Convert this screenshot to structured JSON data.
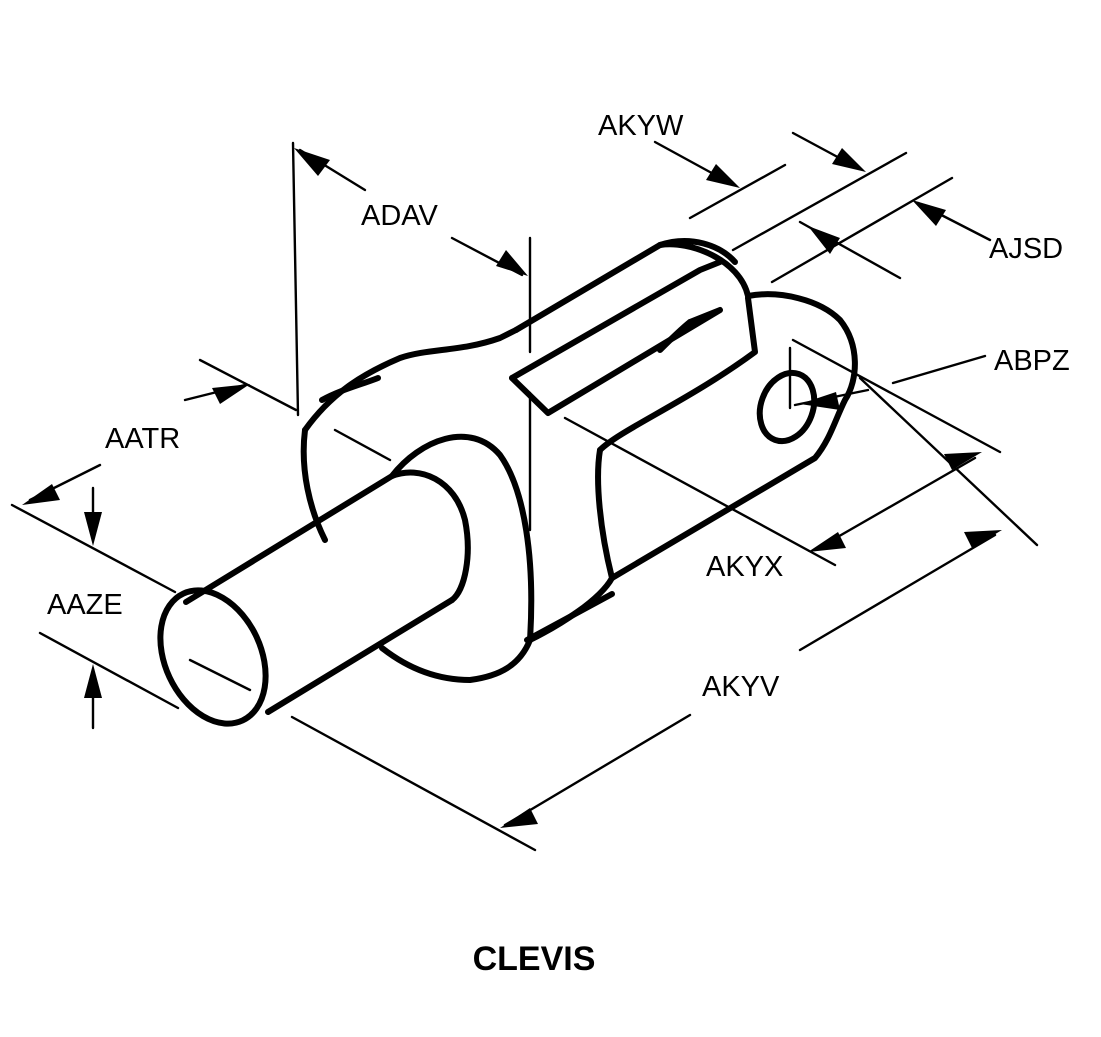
{
  "title": "CLEVIS",
  "dimensions": {
    "akyw": "AKYW",
    "adav": "ADAV",
    "ajsd": "AJSD",
    "abpz": "ABPZ",
    "aatr": "AATR",
    "aaze": "AAZE",
    "akyx": "AKYX",
    "akyv": "AKYV"
  }
}
